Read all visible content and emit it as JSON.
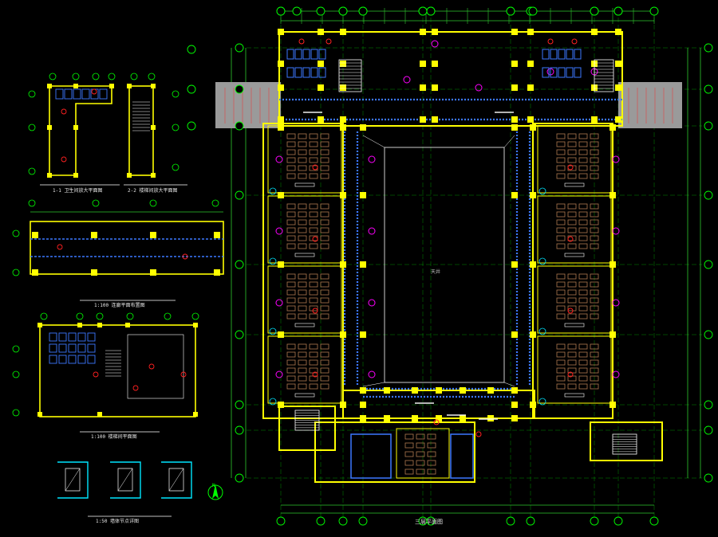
{
  "drawing": {
    "background": "#000000",
    "palette": {
      "wall_yellow": "#ffff00",
      "axis_green": "#00ff00",
      "dim_green": "#2ec82e",
      "blue_hatch": "#3c78ff",
      "cyan": "#00e6ff",
      "magenta": "#ff00ff",
      "red": "#ff2020",
      "white": "#ffffff",
      "gray_fill": "#9a9a9a",
      "furniture_brown": "#b07a50"
    },
    "main_plan": {
      "caption": "三层平面图",
      "courtyard_label": "天井"
    },
    "detail_views": [
      {
        "caption": "1-1 卫生间放大平面图"
      },
      {
        "caption": "2-2 楼梯间放大平面图"
      },
      {
        "caption": "1:100 连廊平面布置图"
      },
      {
        "caption": "1:100 楼梯间平面图"
      },
      {
        "caption": "1:50 墙体节点详图"
      }
    ],
    "north_arrow": {
      "icon": "north-arrow-icon",
      "text": "N"
    }
  }
}
